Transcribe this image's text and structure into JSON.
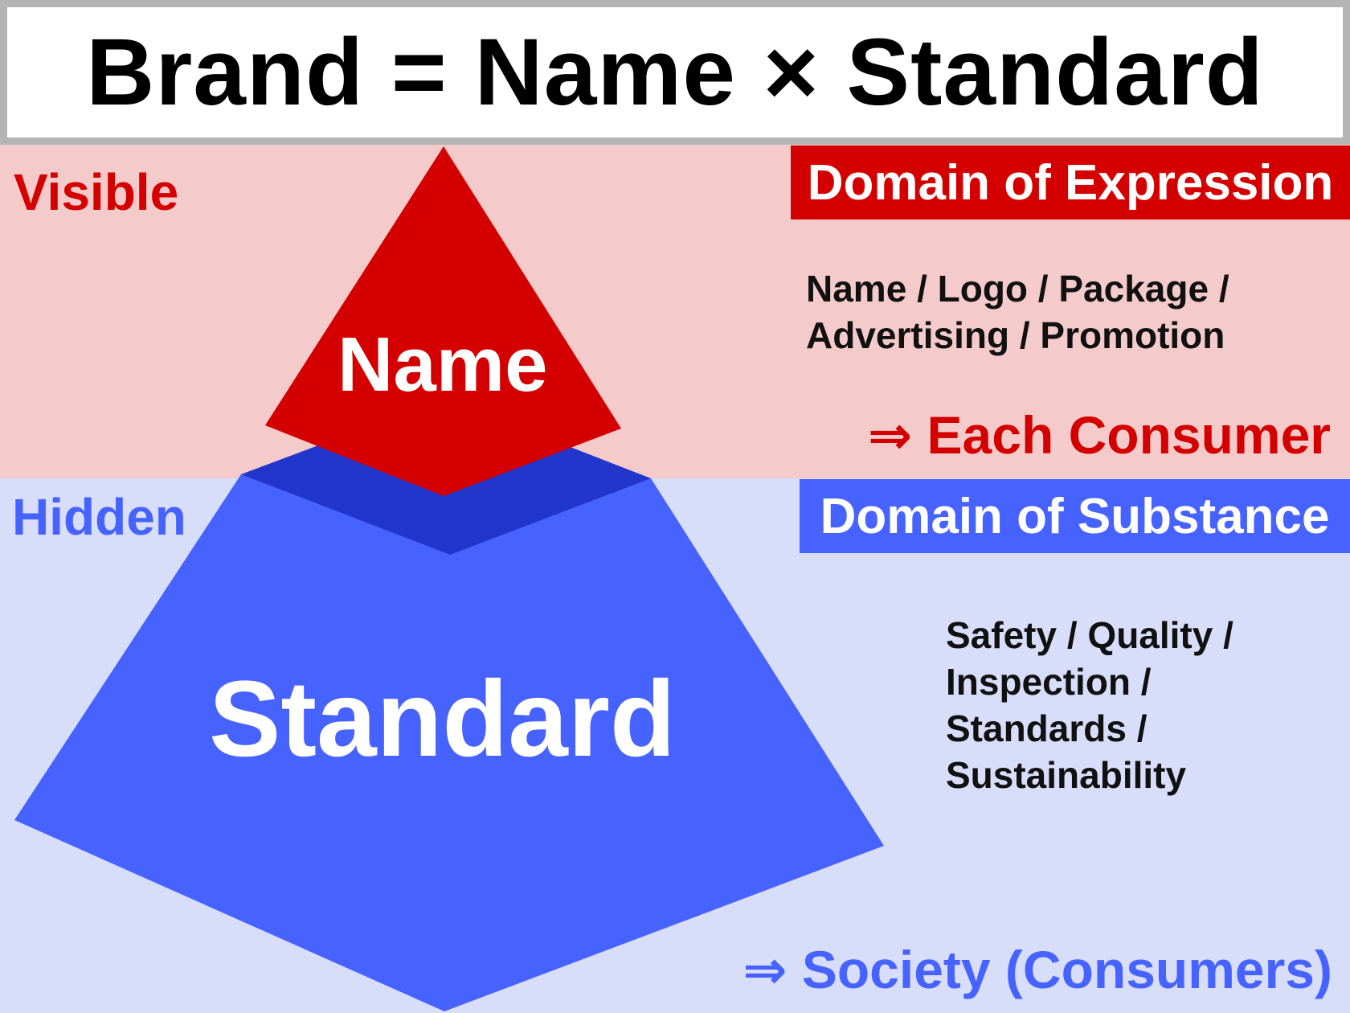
{
  "title": "Brand = Name × Standard",
  "colors": {
    "visible_band": "#f5caca",
    "hidden_band": "#d8ddfa",
    "name_red": "#d40000",
    "standard_blue": "#4763ff",
    "standard_top_dark": "#2236cc"
  },
  "top_zone": {
    "side_label": "Visible",
    "shape_label": "Name",
    "domain_title": "Domain of Expression",
    "items": [
      "Name / Logo / Package /",
      "Advertising / Promotion"
    ],
    "target": "⇒ Each Consumer"
  },
  "bottom_zone": {
    "side_label": "Hidden",
    "shape_label": "Standard",
    "domain_title": "Domain of Substance",
    "items": [
      "Safety / Quality /",
      "Inspection /",
      "Standards /",
      "Sustainability"
    ],
    "target": "⇒ Society (Consumers)"
  }
}
